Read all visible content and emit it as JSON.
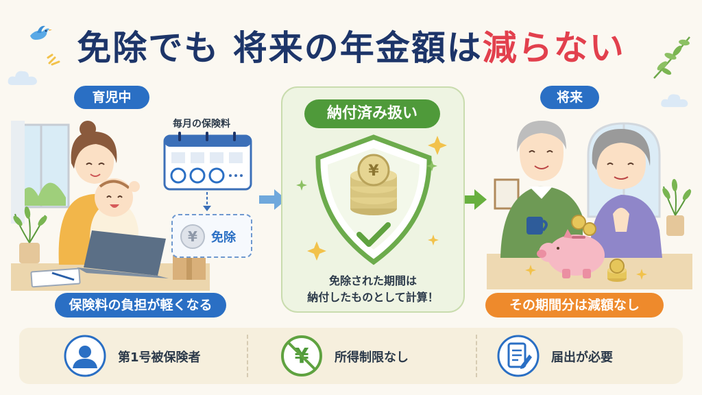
{
  "title": {
    "main": "免除でも 将来の年金額は",
    "highlight": "減らない"
  },
  "left": {
    "tag": "育児中",
    "calendar_label": "毎月の保険料",
    "exempt_label": "免除",
    "caption": "保険料の負担が軽くなる"
  },
  "center": {
    "tag": "納付済み扱い",
    "line1": "免除された期間は",
    "line2": "納付したものとして計算！"
  },
  "right": {
    "tag": "将来",
    "caption": "その期間分は減額なし"
  },
  "features": [
    {
      "label": "第1号被保険者",
      "icon": "person-icon"
    },
    {
      "label": "所得制限なし",
      "icon": "no-yen-icon"
    },
    {
      "label": "届出が必要",
      "icon": "document-pen-icon"
    }
  ],
  "colors": {
    "navy": "#1d3569",
    "red": "#e2404d",
    "blue": "#2a6fc4",
    "green": "#4f9a3a",
    "orange": "#ee8a2c"
  }
}
